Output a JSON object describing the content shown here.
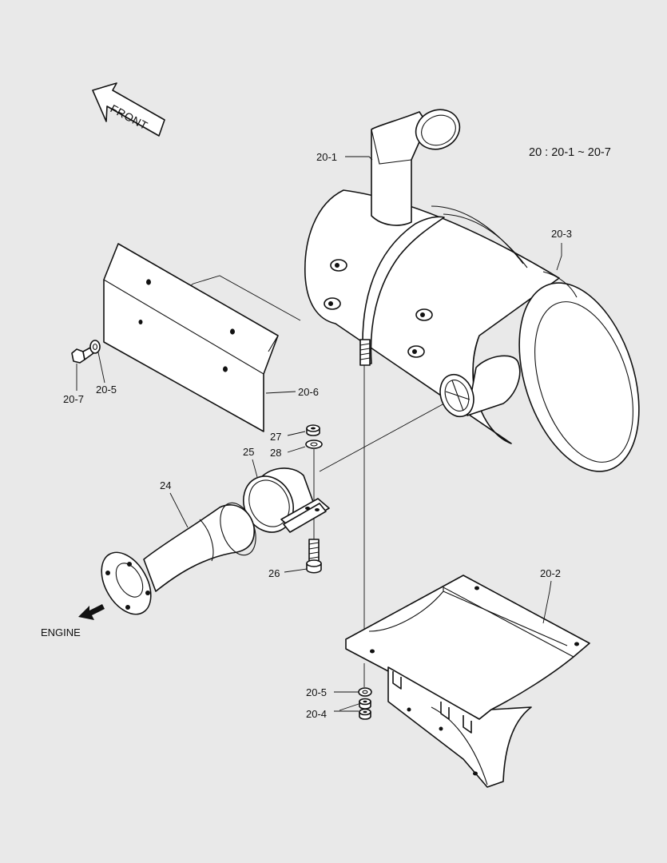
{
  "direction_labels": {
    "front": "FRONT",
    "engine": "ENGINE"
  },
  "assembly_note": "20 : 20-1 ~ 20-7",
  "callouts": {
    "p20_1": "20-1",
    "p20_3": "20-3",
    "p20_6": "20-6",
    "p20_7": "20-7",
    "p20_5_upper": "20-5",
    "p27": "27",
    "p28": "28",
    "p25": "25",
    "p24": "24",
    "p26": "26",
    "p20_2": "20-2",
    "p20_5_lower": "20-5",
    "p20_4": "20-4"
  },
  "colors": {
    "background": "#e9e9e9",
    "line": "#111111",
    "fill": "#ffffff"
  }
}
